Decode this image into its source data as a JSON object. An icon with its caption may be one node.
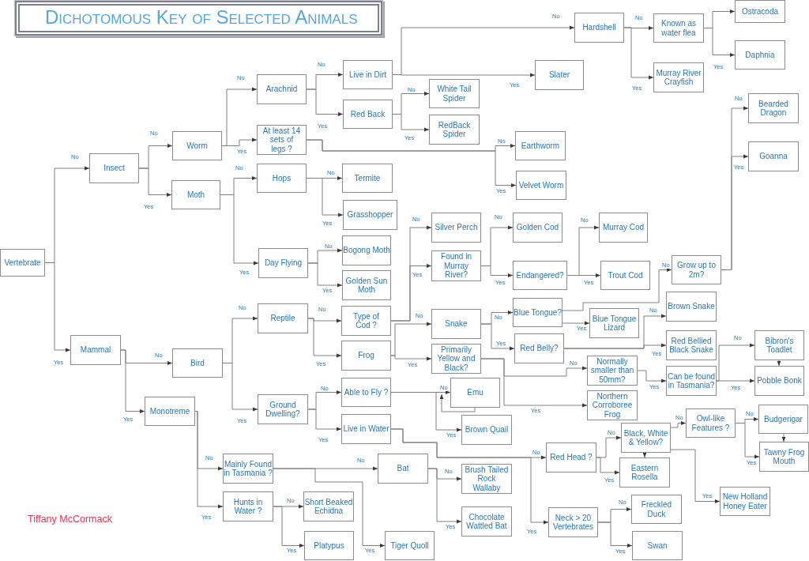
{
  "diagram": {
    "title": "Dichotomous Key of Selected Animals",
    "nodes": [
      {
        "text": [
          "Vertebrate"
        ]
      },
      {
        "text": [
          "Insect"
        ]
      },
      {
        "text": [
          "Worm"
        ]
      },
      {
        "text": [
          "Arachnid"
        ]
      },
      {
        "text": [
          "Live in Dirt"
        ]
      },
      {
        "text": [
          "Hardshell"
        ]
      },
      {
        "text": [
          "Known as water flea"
        ]
      },
      {
        "text": [
          "Ostracoda"
        ]
      },
      {
        "text": [
          "Daphnia"
        ]
      },
      {
        "text": [
          "Murray River Crayfish"
        ]
      },
      {
        "text": [
          "Slater"
        ]
      },
      {
        "text": [
          "Red Back"
        ]
      },
      {
        "text": [
          "White Tail Spider"
        ]
      },
      {
        "text": [
          "RedBack Spider"
        ]
      },
      {
        "text": [
          "At least 14 sets of legs ?"
        ]
      },
      {
        "text": [
          "Earthworm"
        ]
      },
      {
        "text": [
          "Velvet Worm"
        ]
      },
      {
        "text": [
          "Moth"
        ]
      },
      {
        "text": [
          "Hops"
        ]
      },
      {
        "text": [
          "Termite"
        ]
      },
      {
        "text": [
          "Grasshopper"
        ]
      },
      {
        "text": [
          "Day Flying"
        ]
      },
      {
        "text": [
          "Bogong Moth"
        ]
      },
      {
        "text": [
          "Golden Sun Moth"
        ]
      },
      {
        "text": [
          "Mammal"
        ]
      },
      {
        "text": [
          "Bird"
        ]
      },
      {
        "text": [
          "Reptile"
        ]
      },
      {
        "text": [
          "Type of Cod ?"
        ]
      },
      {
        "text": [
          "Silver Perch"
        ]
      },
      {
        "text": [
          "Found in Murray River?"
        ]
      },
      {
        "text": [
          "Golden Cod"
        ]
      },
      {
        "text": [
          "Endangered?"
        ]
      },
      {
        "text": [
          "Murray Cod"
        ]
      },
      {
        "text": [
          "Trout Cod"
        ]
      },
      {
        "text": [
          "Frog"
        ]
      },
      {
        "text": [
          "Snake"
        ]
      },
      {
        "text": [
          "Blue Tongue?"
        ]
      },
      {
        "text": [
          "Grow up to 2m?"
        ]
      },
      {
        "text": [
          "Bearded Dragon"
        ]
      },
      {
        "text": [
          "Goanna"
        ]
      },
      {
        "text": [
          "Blue Tongue Lizard"
        ]
      },
      {
        "text": [
          "Red Belly?"
        ]
      },
      {
        "text": [
          "Brown Snake"
        ]
      },
      {
        "text": [
          "Red Bellied Black Snake"
        ]
      },
      {
        "text": [
          "Primarily Yellow and Black?"
        ]
      },
      {
        "text": [
          "Normally smaller than 50mm?"
        ]
      },
      {
        "text": [
          "Can be found in Tasmania?"
        ]
      },
      {
        "text": [
          "Bibron's Toadlet"
        ]
      },
      {
        "text": [
          "Pobble Bonk"
        ]
      },
      {
        "text": [
          "Northern Corroboree Frog"
        ]
      },
      {
        "text": [
          "Ground Dwelling?"
        ]
      },
      {
        "text": [
          "Able to Fly ?"
        ]
      },
      {
        "text": [
          "Emu"
        ]
      },
      {
        "text": [
          "Brown Quail"
        ]
      },
      {
        "text": [
          "Live in Water"
        ]
      },
      {
        "text": [
          "Red Head ?"
        ]
      },
      {
        "text": [
          "Black, White & Yellow?"
        ]
      },
      {
        "text": [
          "Owl-like Features ?"
        ]
      },
      {
        "text": [
          "Budgerigar"
        ]
      },
      {
        "text": [
          "Tawny Frog Mouth"
        ]
      },
      {
        "text": [
          "New Holland Honey Eater"
        ]
      },
      {
        "text": [
          "Eastern Rosella"
        ]
      },
      {
        "text": [
          "Neck > 20 Vertebrates"
        ]
      },
      {
        "text": [
          "Freckled Duck"
        ]
      },
      {
        "text": [
          "Swan"
        ]
      },
      {
        "text": [
          "Monotreme"
        ]
      },
      {
        "text": [
          "Mainly Found in Tasmania ?"
        ]
      },
      {
        "text": [
          "Bat"
        ]
      },
      {
        "text": [
          "Brush Tailed Rock Wallaby"
        ]
      },
      {
        "text": [
          "Chocolate Wattled Bat"
        ]
      },
      {
        "text": [
          "Tiger Quoll"
        ]
      },
      {
        "text": [
          "Hunts in Water ?"
        ]
      },
      {
        "text": [
          "Short Beaked Echidna"
        ]
      },
      {
        "text": [
          "Platypus"
        ]
      }
    ],
    "edges": [
      {
        "from": 0,
        "to": 1,
        "arrow": "to",
        "label": "No"
      },
      {
        "from": 0,
        "to": 24,
        "arrow": "to",
        "label": "Yes"
      },
      {
        "from": 1,
        "to": 2,
        "arrow": "to",
        "label": "No"
      },
      {
        "from": 1,
        "to": 17,
        "arrow": "to",
        "label": "Yes"
      },
      {
        "from": 2,
        "to": 3,
        "arrow": "to",
        "label": "No"
      },
      {
        "from": 2,
        "to": 14,
        "arrow": "to",
        "label": "Yes"
      },
      {
        "from": 3,
        "to": 4,
        "arrow": "to",
        "label": "No"
      },
      {
        "from": 3,
        "to": 11,
        "arrow": "to",
        "label": "Yes"
      },
      {
        "from": 4,
        "to": 5,
        "arrow": "to",
        "label": "No"
      },
      {
        "from": 4,
        "to": 10,
        "arrow": "to",
        "label": "Yes"
      },
      {
        "from": 5,
        "to": 6,
        "arrow": "to",
        "label": "No"
      },
      {
        "from": 5,
        "to": 9,
        "arrow": "to",
        "label": "Yes"
      },
      {
        "from": 6,
        "to": 7,
        "arrow": "to"
      },
      {
        "from": 6,
        "to": 8,
        "arrow": "to",
        "label": "Yes"
      },
      {
        "from": 11,
        "to": 12,
        "arrow": "to",
        "label": "No"
      },
      {
        "from": 11,
        "to": 13,
        "arrow": "to",
        "label": "Yes"
      },
      {
        "from": 14,
        "to": 15,
        "arrow": "to",
        "label": "No"
      },
      {
        "from": 14,
        "to": 16,
        "arrow": "to",
        "label": "Yes"
      },
      {
        "from": 17,
        "to": 18,
        "arrow": "to",
        "label": "No"
      },
      {
        "from": 17,
        "to": 21,
        "arrow": "to",
        "label": "Yes"
      },
      {
        "from": 18,
        "to": 19,
        "arrow": "to",
        "label": "No"
      },
      {
        "from": 18,
        "to": 20,
        "arrow": "to",
        "label": "Yes"
      },
      {
        "from": 21,
        "to": 22,
        "arrow": "to",
        "label": "No"
      },
      {
        "from": 21,
        "to": 23,
        "arrow": "to",
        "label": "Yes"
      },
      {
        "from": 24,
        "to": 25,
        "arrow": "to",
        "label": "No"
      },
      {
        "from": 24,
        "to": 65,
        "arrow": "to",
        "label": "Yes"
      },
      {
        "from": 25,
        "to": 26,
        "arrow": "to",
        "label": "No"
      },
      {
        "from": 25,
        "to": 50,
        "arrow": "to",
        "label": "Yes"
      },
      {
        "from": 26,
        "to": 27,
        "arrow": "to",
        "label": "No"
      },
      {
        "from": 26,
        "to": 34,
        "arrow": "to",
        "label": "Yes"
      },
      {
        "from": 27,
        "to": 28,
        "arrow": "to",
        "label": "No"
      },
      {
        "from": 27,
        "to": 29,
        "arrow": "to",
        "label": "Yes"
      },
      {
        "from": 29,
        "to": 30,
        "arrow": "to",
        "label": "No"
      },
      {
        "from": 29,
        "to": 31,
        "arrow": "to",
        "label": "Yes"
      },
      {
        "from": 31,
        "to": 32,
        "arrow": "to",
        "label": "No"
      },
      {
        "from": 31,
        "to": 33,
        "arrow": "to",
        "label": "Yes"
      },
      {
        "from": 34,
        "to": 35,
        "arrow": "to",
        "label": "No"
      },
      {
        "from": 34,
        "to": 44,
        "arrow": "to",
        "label": "Yes"
      },
      {
        "from": 35,
        "to": 36,
        "arrow": "to",
        "label": "No"
      },
      {
        "from": 35,
        "to": 41,
        "arrow": "to",
        "label": "Yes"
      },
      {
        "from": 36,
        "to": 37,
        "arrow": "to",
        "label": "No"
      },
      {
        "from": 36,
        "to": 40,
        "arrow": "to",
        "label": "Yes"
      },
      {
        "from": 37,
        "to": 38,
        "arrow": "to",
        "label": "No"
      },
      {
        "from": 37,
        "to": 39,
        "arrow": "to",
        "label": "Yes"
      },
      {
        "from": 41,
        "to": 42,
        "arrow": "to",
        "label": "No"
      },
      {
        "from": 41,
        "to": 43,
        "arrow": "to",
        "label": "Yes"
      },
      {
        "from": 44,
        "to": 45,
        "arrow": "to",
        "label": "No"
      },
      {
        "from": 44,
        "to": 49,
        "arrow": "to",
        "label": "Yes"
      },
      {
        "from": 45,
        "to": 46,
        "arrow": "to",
        "label": "Yes"
      },
      {
        "from": 46,
        "to": 47,
        "arrow": "to",
        "label": "No"
      },
      {
        "from": 46,
        "to": 48,
        "arrow": "to",
        "label": "Yes"
      },
      {
        "from": 47,
        "to": 48,
        "arrow": "to"
      },
      {
        "from": 50,
        "to": 51,
        "arrow": "to",
        "label": "No"
      },
      {
        "from": 50,
        "to": 54,
        "arrow": "to",
        "label": "Yes"
      },
      {
        "from": 51,
        "to": 52,
        "arrow": "to",
        "label": "No"
      },
      {
        "from": 51,
        "to": 53,
        "arrow": "to",
        "label": "Yes"
      },
      {
        "from": 52,
        "to": 52,
        "arrow": "to"
      },
      {
        "from": 54,
        "to": 55,
        "arrow": "to",
        "label": "No"
      },
      {
        "from": 54,
        "to": 62,
        "arrow": "to",
        "label": "Yes"
      },
      {
        "from": 55,
        "to": 56,
        "arrow": "to",
        "label": "No"
      },
      {
        "from": 55,
        "to": 61,
        "arrow": "to",
        "label": "Yes"
      },
      {
        "from": 56,
        "to": 57,
        "arrow": "to",
        "label": "No"
      },
      {
        "from": 56,
        "to": 60,
        "arrow": "to",
        "label": "Yes"
      },
      {
        "from": 56,
        "to": 61,
        "arrow": "to"
      },
      {
        "from": 57,
        "to": 58,
        "arrow": "to",
        "label": "No"
      },
      {
        "from": 57,
        "to": 59,
        "arrow": "to",
        "label": "Yes"
      },
      {
        "from": 58,
        "to": 59,
        "arrow": "to"
      },
      {
        "from": 62,
        "to": 63,
        "arrow": "to",
        "label": "No"
      },
      {
        "from": 62,
        "to": 64,
        "arrow": "to",
        "label": "Yes"
      },
      {
        "from": 65,
        "to": 66,
        "arrow": "to",
        "label": "No"
      },
      {
        "from": 65,
        "to": 71,
        "arrow": "to",
        "label": "Yes"
      },
      {
        "from": 66,
        "to": 67,
        "arrow": "to",
        "label": "No"
      },
      {
        "from": 66,
        "to": 70,
        "arrow": "to",
        "label": "Yes"
      },
      {
        "from": 67,
        "to": 68,
        "arrow": "to",
        "label": "No"
      },
      {
        "from": 67,
        "to": 69,
        "arrow": "to",
        "label": "Yes"
      },
      {
        "from": 71,
        "to": 72,
        "arrow": "to",
        "label": "No"
      },
      {
        "from": 71,
        "to": 73,
        "arrow": "to",
        "label": "Yes"
      }
    ],
    "labels": [
      "Tiffany McCormack"
    ]
  }
}
